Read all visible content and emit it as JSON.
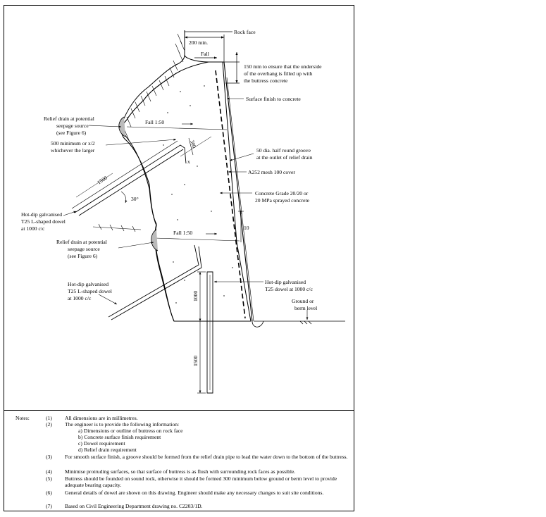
{
  "drawing": {
    "labels": {
      "rock_face": "Rock face",
      "dim_200": "200 min.",
      "fall_top": "Fall",
      "overhang_1": "150 mm to ensure that the underside",
      "overhang_2": "of the overhang is filled up with",
      "overhang_3": "the buttress concrete",
      "surface_finish": "Surface finish to concrete",
      "relief_1_line1": "Relief drain at potential",
      "relief_1_line2": "seepage source",
      "relief_1_line3": "(see Figure 6)",
      "fall_150_upper": "Fall 1:50",
      "dim_300": "300",
      "min500_line1": "500 minimum or x/2",
      "min500_line2": "whichever the larger",
      "x_label": "x",
      "groove_line1": "50 dia. half round groove",
      "groove_line2": "at the outlet of relief drain",
      "mesh": "A252 mesh 100 cover",
      "dim_1500_dowel": "1500",
      "grade_line1": "Concrete Grade 20/20 or",
      "grade_line2": "20 MPa sprayed concrete",
      "angle_30": "30°",
      "slope_1": "1",
      "slope_10": "10",
      "dowel_upper_line1": "Hot-dip galvanised",
      "dowel_upper_line2": "T25 L-shaped dowel",
      "dowel_upper_line3": "at 1000 c/c",
      "fall_150_lower": "Fall 1:50",
      "relief_2_line1": "Relief drain at potential",
      "relief_2_line2": "seepage source",
      "relief_2_line3": "(see Figure 6)",
      "dowel_vert_line1": "Hot-dip galvanised",
      "dowel_vert_line2": "T25 dowel at 1000 c/c",
      "dowel_lower_line1": "Hot-dip galvanised",
      "dowel_lower_line2": "T25 L-shaped dowel",
      "dowel_lower_line3": "at 1000 c/c",
      "dim_1000": "1000",
      "ground_line1": "Ground or",
      "ground_line2": "berm level",
      "dim_1500_vert": "1500"
    }
  },
  "notes": {
    "label": "Notes:",
    "items": [
      {
        "num": "(1)",
        "text": "All dimensions are in millimetres."
      },
      {
        "num": "(2)",
        "text": "The engineer is to provide the following information:",
        "subitems": [
          "a) Dimensions or outline of buttress on rock face",
          "b) Concrete surface finish requirement",
          "c) Dowel requirement",
          "d) Relief drain requirement"
        ]
      },
      {
        "num": "(3)",
        "text": "For smooth surface finish, a groove should be formed from the relief drain pipe to lead the water down to the bottom of the buttress."
      },
      {
        "num": "(4)",
        "text": "Minimise protruding surfaces, so that surface of buttress is as flush with surrounding rock faces as possible."
      },
      {
        "num": "(5)",
        "text": "Buttress should be founded on sound rock, otherwise it should be formed 300 minimum below ground or berm level to provide adequate bearing capacity."
      },
      {
        "num": "(6)",
        "text": "General details of dowel are shown on this drawing.  Engineer should make any necessary changes to suit site conditions."
      },
      {
        "num": "(7)",
        "text": "Based on Civil Engineering Department drawing no. C2203/1D."
      }
    ]
  }
}
